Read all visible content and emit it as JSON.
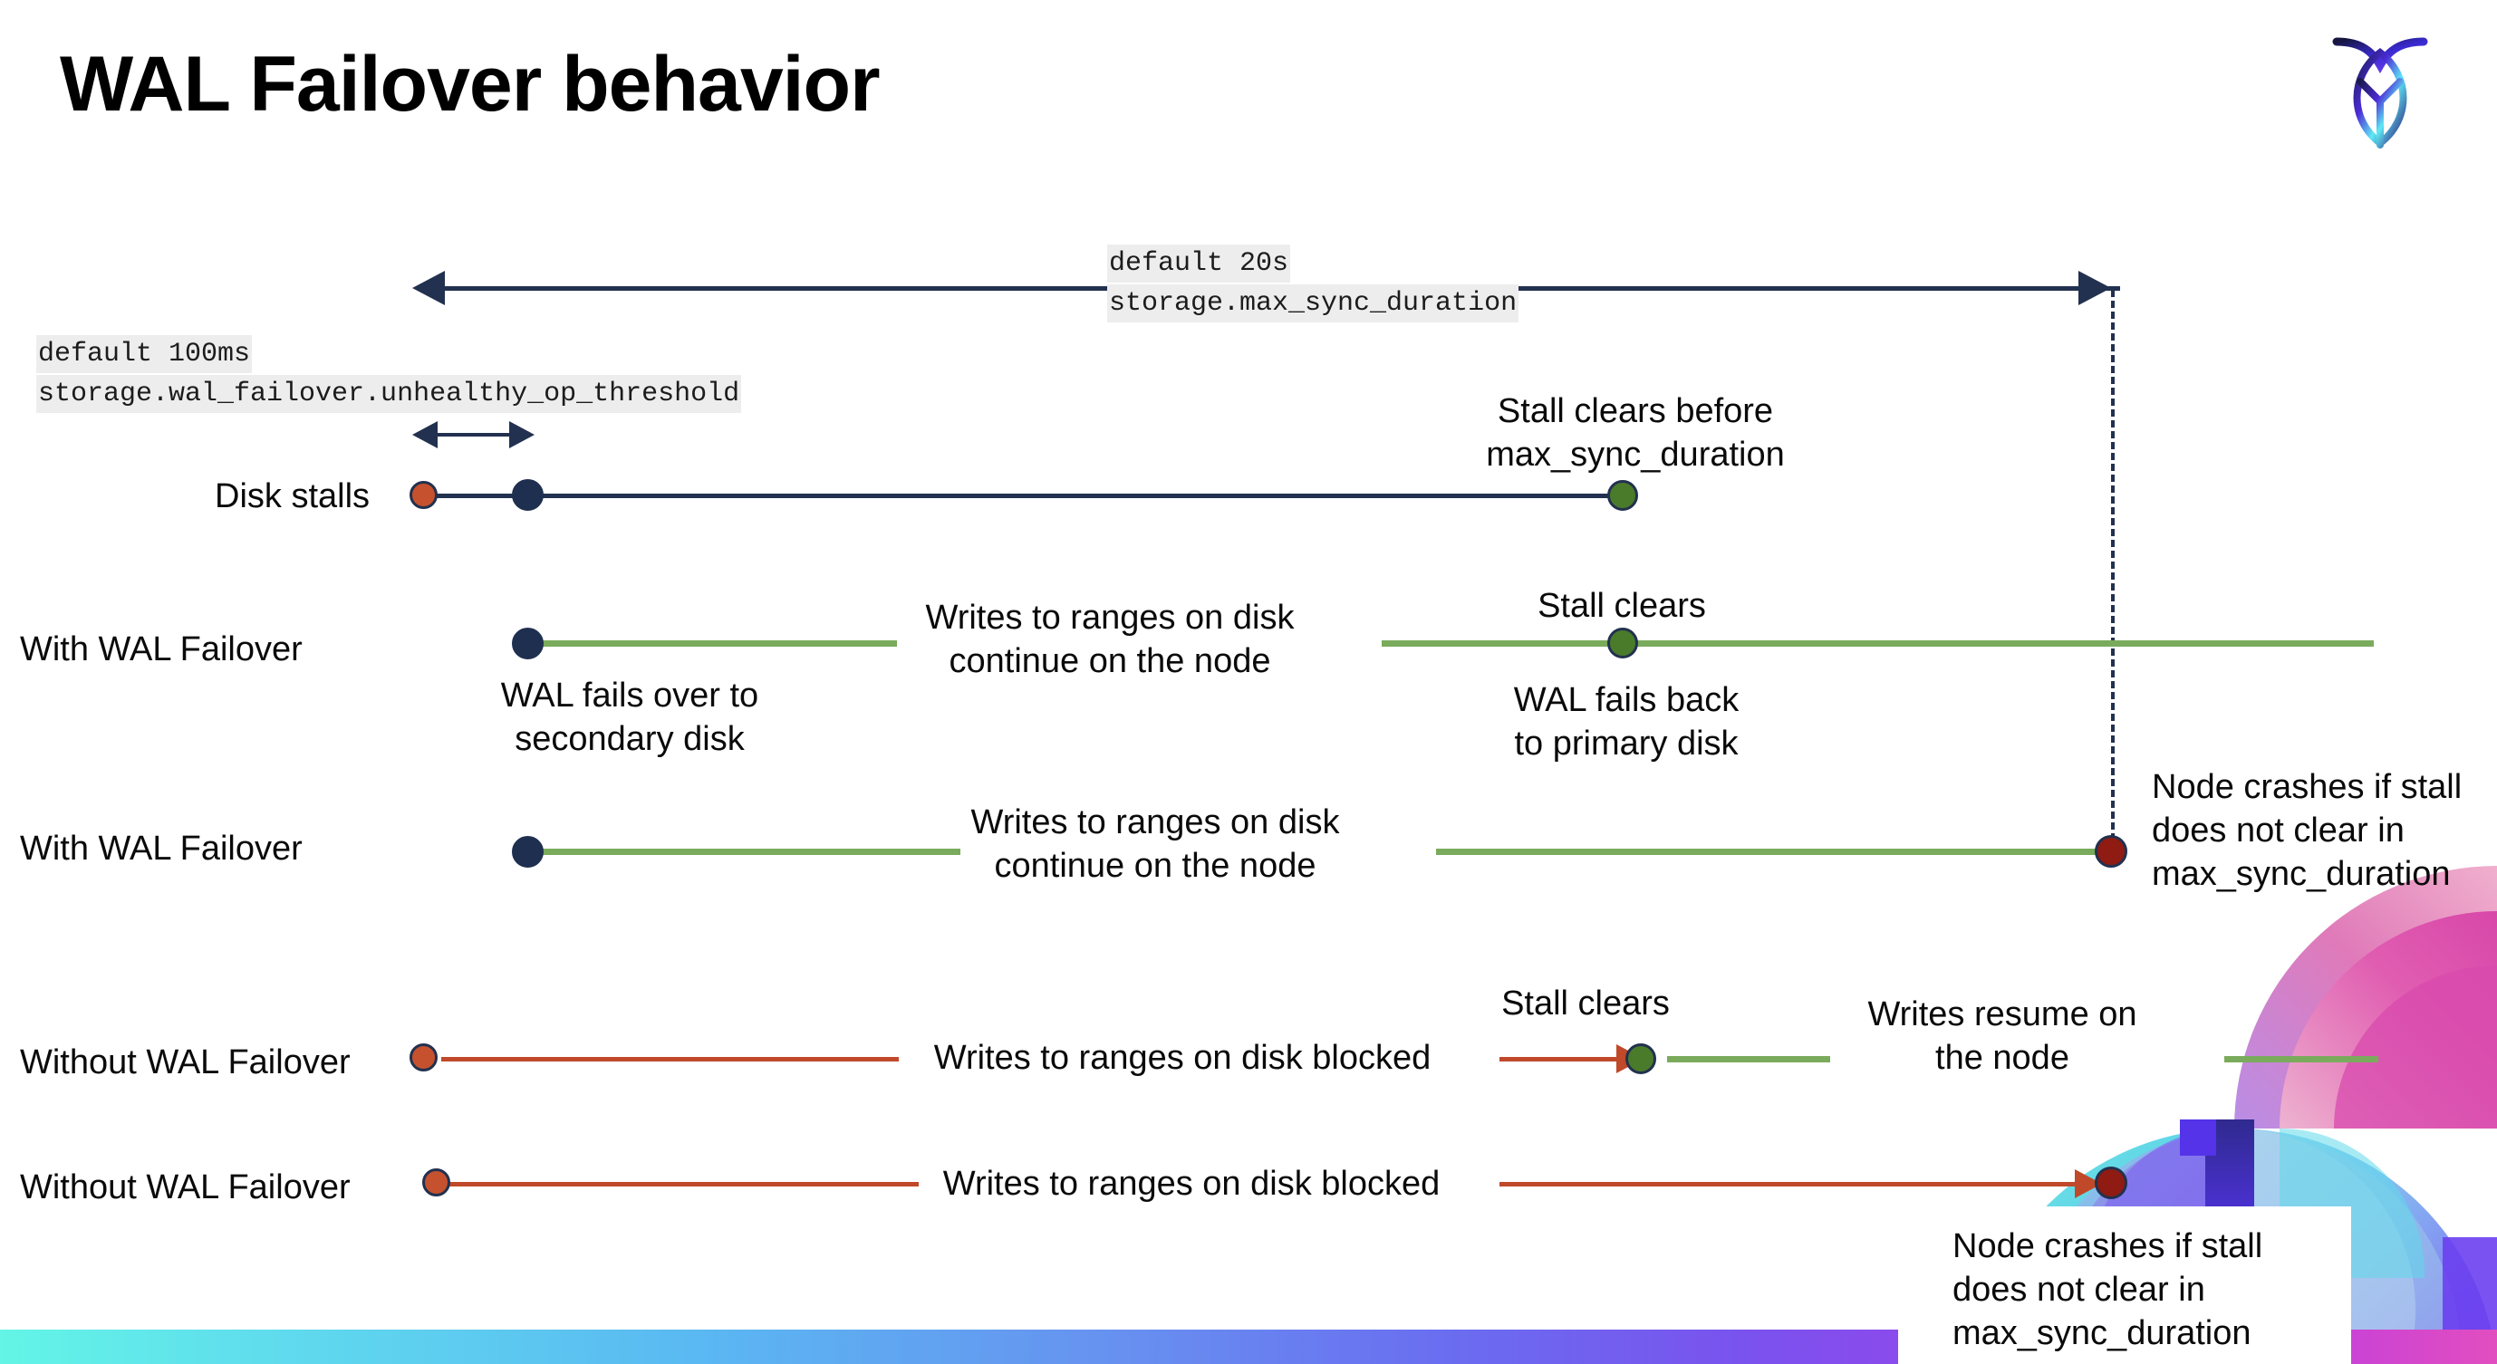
{
  "title": "WAL Failover behavior",
  "logo": {
    "name": "cockroachdb-logo"
  },
  "settings_annotations": {
    "max_sync_duration": {
      "default_label": "default 20s",
      "setting_name": "storage.max_sync_duration"
    },
    "unhealthy_op_threshold": {
      "default_label": "default 100ms",
      "setting_name": "storage.wal_failover.unhealthy_op_threshold"
    }
  },
  "rows": [
    {
      "id": "disk-stalls",
      "label": "Disk stalls",
      "annotations": [
        "Stall clears before\nmax_sync_duration"
      ]
    },
    {
      "id": "with-wal-failover-1",
      "label": "With WAL Failover",
      "annotations": [
        "WAL fails over to\nsecondary disk",
        "Writes to ranges on disk\ncontinue on the node",
        "Stall clears",
        "WAL fails  back\nto primary disk"
      ]
    },
    {
      "id": "with-wal-failover-2",
      "label": "With WAL Failover",
      "annotations": [
        "Writes to ranges on disk\ncontinue on the node",
        "Node crashes if stall\ndoes not clear in\nmax_sync_duration"
      ]
    },
    {
      "id": "without-wal-failover-1",
      "label": "Without WAL Failover",
      "annotations": [
        "Writes to ranges on disk  blocked",
        "Stall clears",
        "Writes resume on\nthe node"
      ]
    },
    {
      "id": "without-wal-failover-2",
      "label": "Without WAL Failover",
      "annotations": [
        "Writes to ranges on disk  blocked",
        "Node crashes if stall\ndoes not clear in\nmax_sync_duration"
      ]
    }
  ],
  "colors": {
    "navy": "#22314f",
    "green_line": "#7aab5c",
    "green_dot": "#4a7b2a",
    "orange": "#c6512e",
    "red_line": "#c0492a",
    "dark_red": "#8f1b12",
    "code_chip_bg": "#ededed"
  }
}
